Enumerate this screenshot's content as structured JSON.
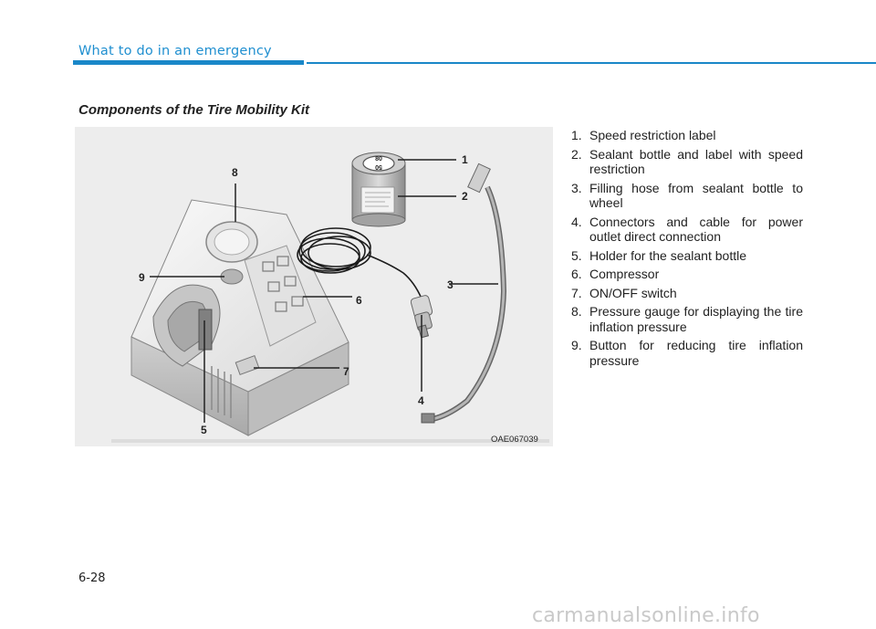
{
  "header": {
    "section_title": "What to do in an emergency"
  },
  "heading": "Components of the Tire Mobility Kit",
  "figure": {
    "code": "OAE067039",
    "callouts": [
      "1",
      "2",
      "3",
      "4",
      "5",
      "6",
      "7",
      "8",
      "9"
    ],
    "bottle_label_lines": [
      "80",
      "50"
    ]
  },
  "components": [
    {
      "number": "1.",
      "text": "Speed restriction label"
    },
    {
      "number": "2.",
      "text": "Sealant bottle and label with speed restriction"
    },
    {
      "number": "3.",
      "text": "Filling hose from sealant bottle to wheel"
    },
    {
      "number": "4.",
      "text": "Connectors and cable for power outlet direct connection"
    },
    {
      "number": "5.",
      "text": "Holder for the sealant bottle"
    },
    {
      "number": "6.",
      "text": "Compressor"
    },
    {
      "number": "7.",
      "text": "ON/OFF switch"
    },
    {
      "number": "8.",
      "text": "Pressure gauge for displaying the tire inflation pressure"
    },
    {
      "number": "9.",
      "text": "Button for reducing tire inflation pressure"
    }
  ],
  "footer": {
    "page_number": "6-28",
    "watermark": "carmanualsonline.info"
  }
}
